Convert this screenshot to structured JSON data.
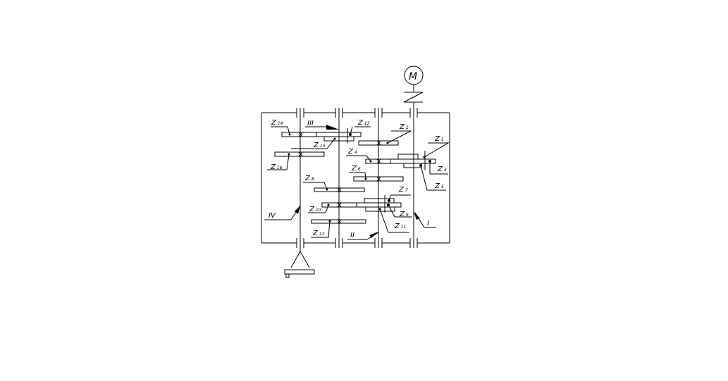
{
  "motor_label": "M",
  "shafts": {
    "I": "I",
    "II": "II",
    "III": "III",
    "IV": "IV"
  },
  "gears": {
    "z1": [
      "Z",
      "1"
    ],
    "z2": [
      "Z",
      "2"
    ],
    "z3": [
      "Z",
      "3"
    ],
    "z4": [
      "Z",
      "4"
    ],
    "z5": [
      "Z",
      "5"
    ],
    "z6": [
      "Z",
      "6"
    ],
    "z7": [
      "Z",
      "7"
    ],
    "z8": [
      "Z",
      "8"
    ],
    "z9": [
      "Z",
      "9"
    ],
    "z10": [
      "Z",
      "10"
    ],
    "z11": [
      "Z",
      "11"
    ],
    "z12": [
      "Z",
      "12"
    ],
    "z13": [
      "Z",
      "13"
    ],
    "z14": [
      "Z",
      "14"
    ],
    "z15": [
      "Z",
      "15"
    ],
    "z16": [
      "Z",
      "16"
    ]
  }
}
